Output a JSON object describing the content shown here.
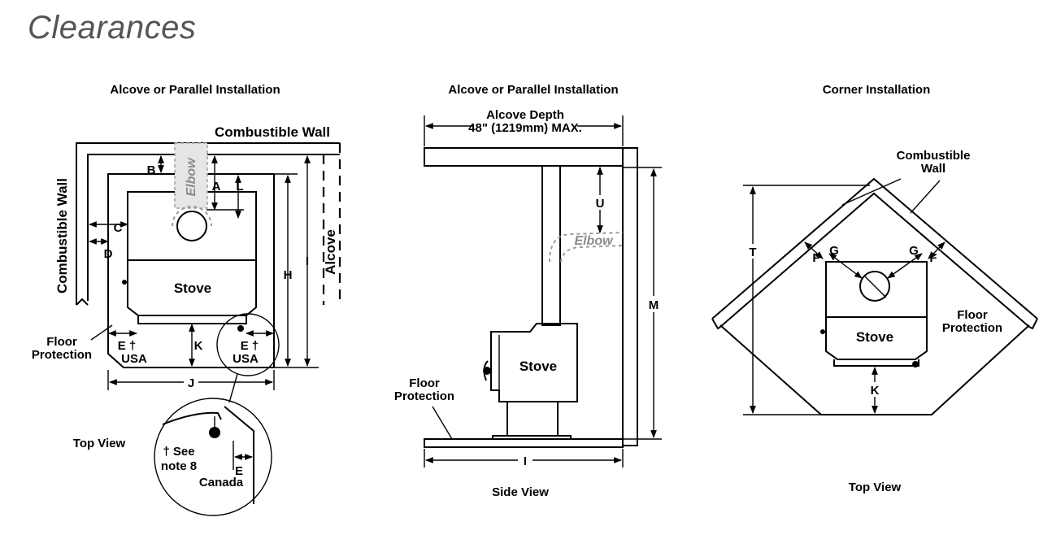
{
  "page": {
    "title": "Clearances"
  },
  "left": {
    "heading": "Alcove or Parallel Installation",
    "combustible_wall_top": "Combustible  Wall",
    "combustible_wall_side": "Combustible  Wall",
    "alcove": "Alcove",
    "elbow": "Elbow",
    "stove": "Stove",
    "floor_protection_1": "Floor",
    "floor_protection_2": "Protection",
    "view": "Top View",
    "letters": {
      "A": "A",
      "B": "B",
      "C": "C",
      "D": "D",
      "H": "H",
      "I": "I",
      "J": "J",
      "K": "K",
      "L": "L"
    },
    "e_left": "E †",
    "usa_left": "USA",
    "e_right": "E †",
    "usa_right": "USA",
    "note_1": "† See",
    "note_2": "note 8",
    "e_canada": "E",
    "canada": "Canada"
  },
  "middle": {
    "heading": "Alcove or Parallel Installation",
    "alcove_depth_1": "Alcove Depth",
    "alcove_depth_2": "48\" (1219mm) MAX.",
    "elbow": "Elbow",
    "stove": "Stove",
    "floor_protection_1": "Floor",
    "floor_protection_2": "Protection",
    "letters": {
      "U": "U",
      "M": "M",
      "I": "I"
    },
    "view": "Side View"
  },
  "right": {
    "heading": "Corner Installation",
    "combustible_1": "Combustible",
    "combustible_2": "Wall",
    "stove": "Stove",
    "floor_protection_1": "Floor",
    "floor_protection_2": "Protection",
    "letters": {
      "T": "T",
      "F_left": "F",
      "G_left": "G",
      "G_right": "G",
      "F_right": "F",
      "K": "K"
    },
    "view": "Top View"
  }
}
